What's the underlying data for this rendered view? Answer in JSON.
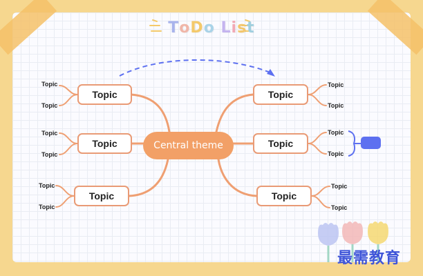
{
  "title": {
    "letters": [
      "T",
      "o",
      "D",
      "o",
      " ",
      "L",
      "i",
      "s",
      "t"
    ],
    "colors": [
      "#a8b3ec",
      "#f0b6a8",
      "#f4c96a",
      "#a9d3e8",
      "#ffffff",
      "#c4b4ef",
      "#f2a9b6",
      "#f3c76e",
      "#9fcfe0"
    ]
  },
  "center_label": "Central theme",
  "topic_label": "Topic",
  "subtopic_label": "Topic",
  "watermark": "最需教育",
  "colors": {
    "branch": "#ef9f72",
    "topic_border": "#e99a75",
    "center": "#f2a067",
    "accent": "#5d70f0",
    "background": "#f6d78f"
  }
}
